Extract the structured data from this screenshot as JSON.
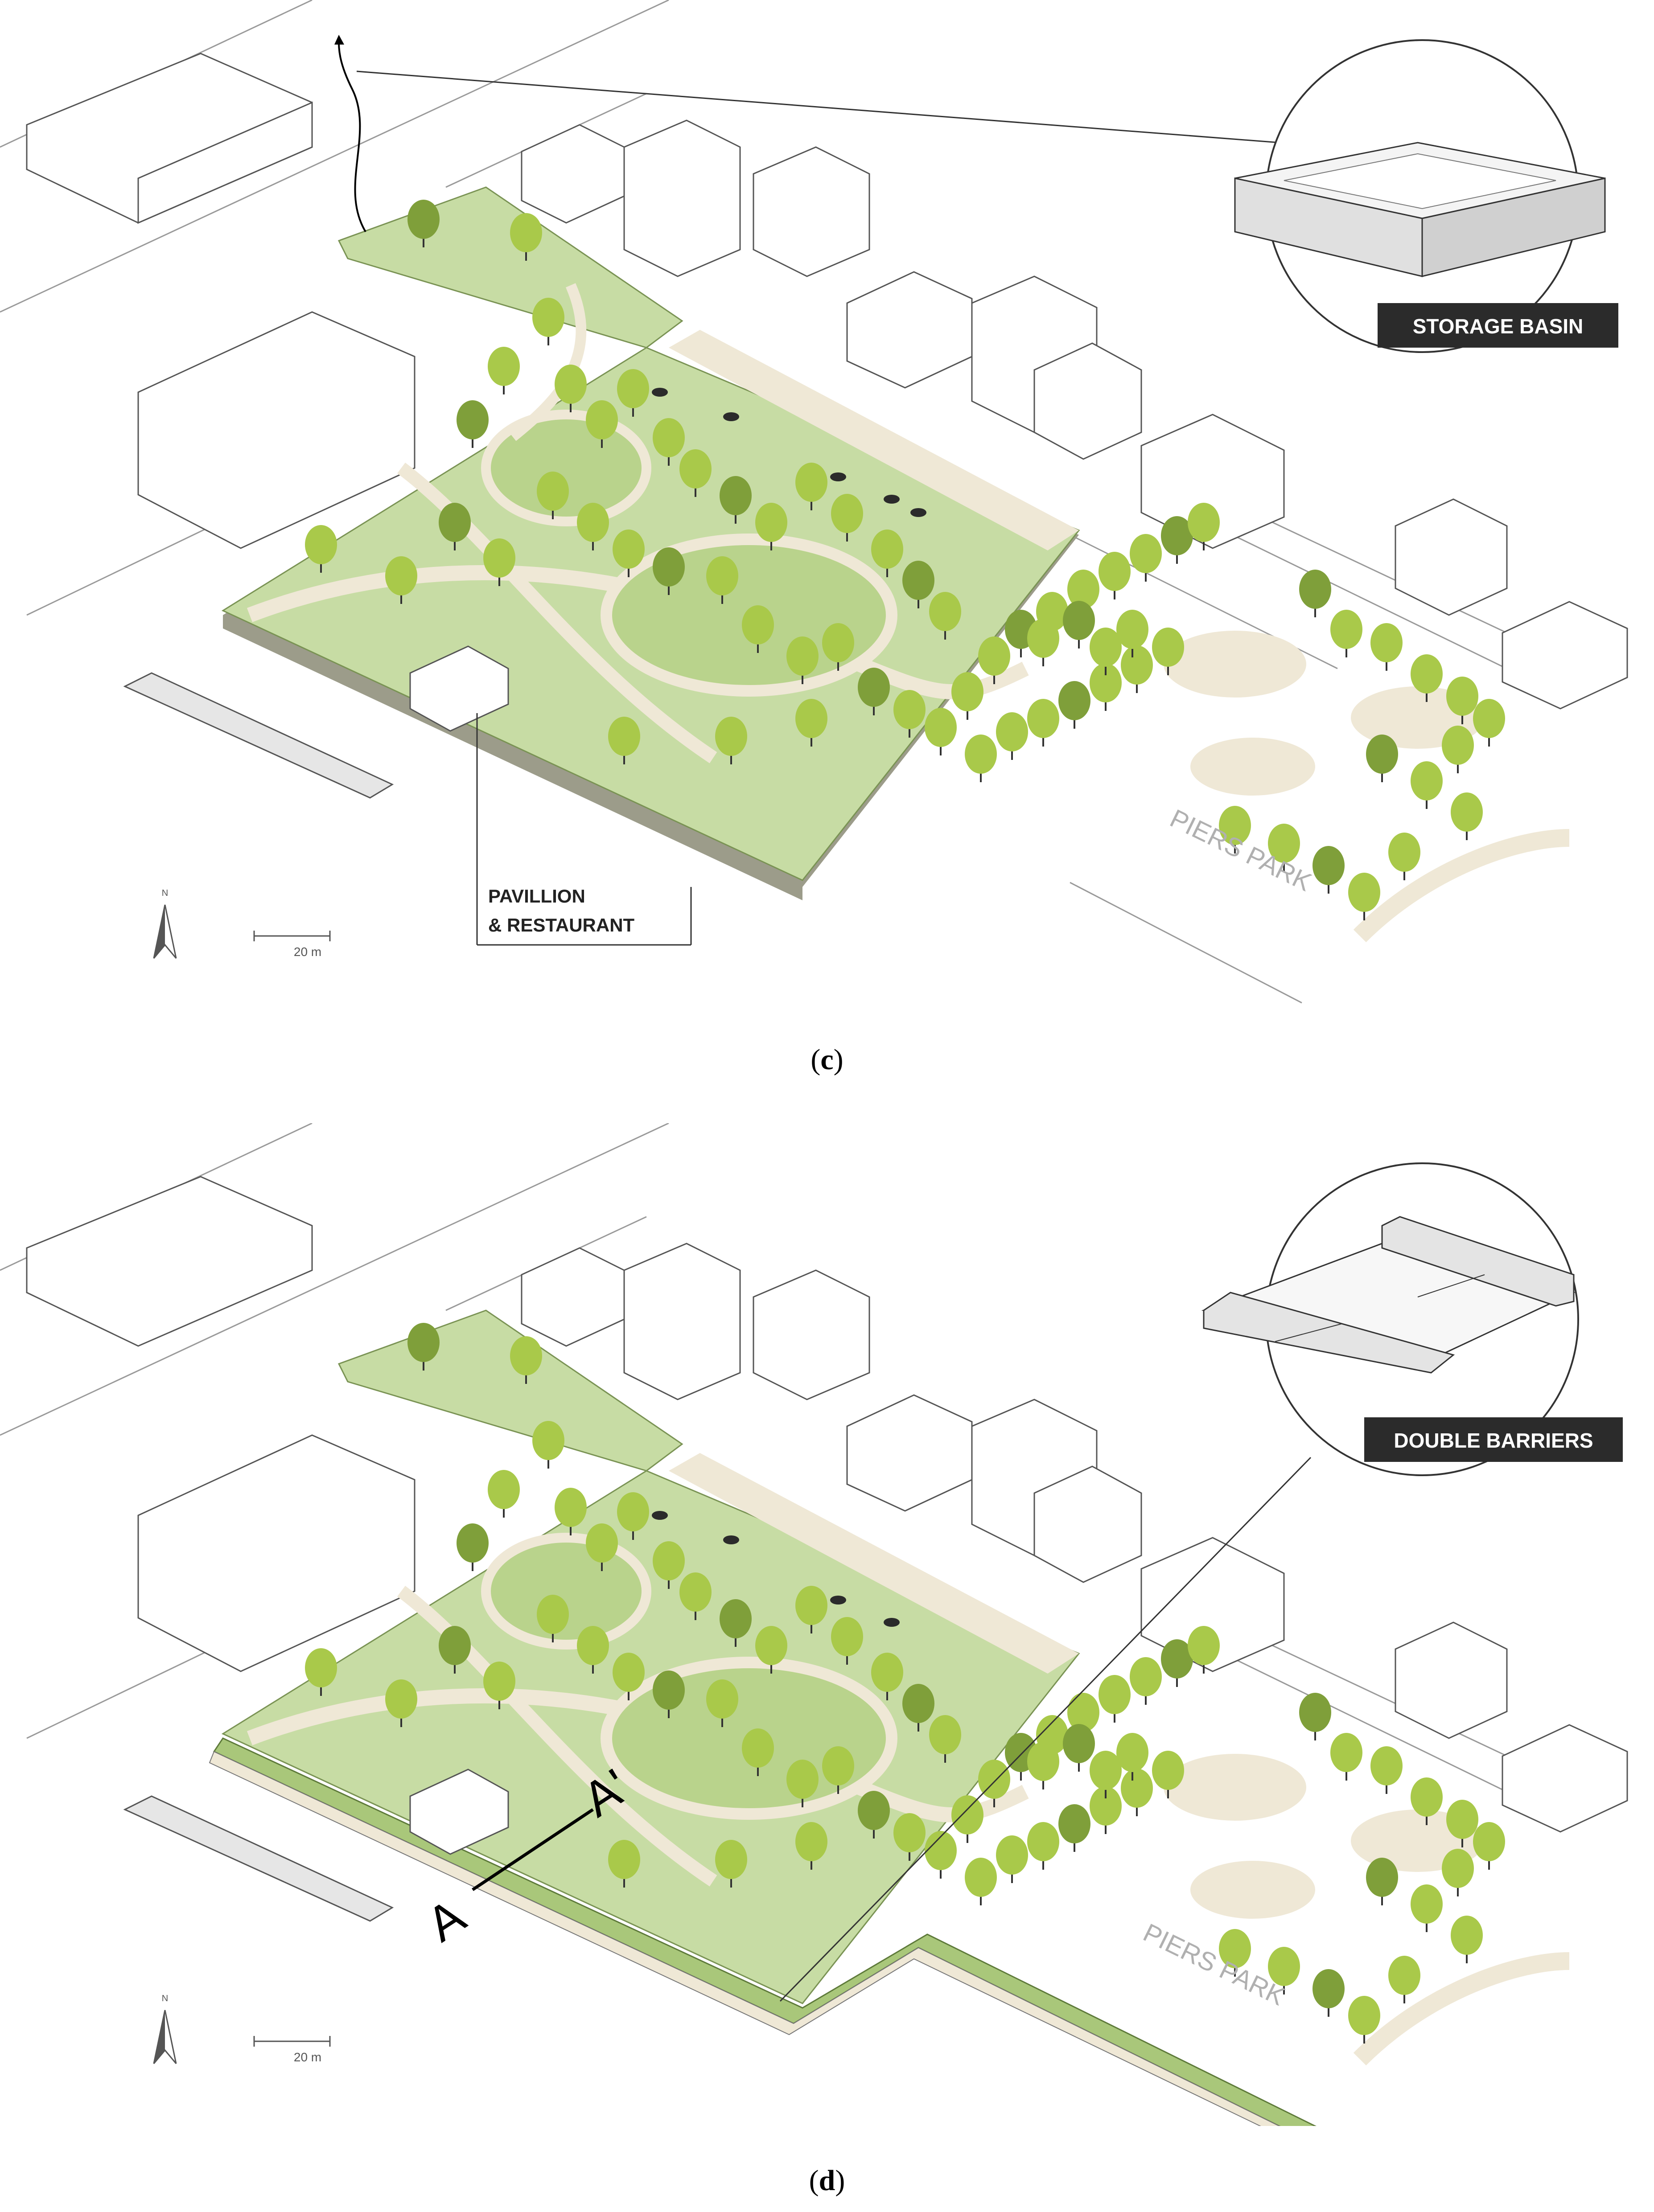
{
  "panels": [
    {
      "id": "c",
      "caption_open": "(",
      "caption_letter": "c",
      "caption_close": ")",
      "callout_label": "STORAGE BASIN",
      "pavilion_line1": "PAVILLION",
      "pavilion_line2": "& RESTAURANT",
      "park_label": "PIERS PARK",
      "north_label": "N",
      "scale_label": "20 m"
    },
    {
      "id": "d",
      "caption_open": "(",
      "caption_letter": "d",
      "caption_close": ")",
      "callout_label": "DOUBLE BARRIERS",
      "section_label_a": "A",
      "section_label_b": "A'",
      "park_label": "PIERS PARK",
      "north_label": "N",
      "scale_label": "20 m"
    }
  ],
  "colors": {
    "park_green": "#c7dca4",
    "park_green_dark": "#a9c77a",
    "path_beige": "#efe8d6",
    "tree_light": "#a9c94a",
    "tree_dark": "#7f9f3a",
    "label_bg": "#2b2b2b",
    "label_fg": "#ffffff",
    "building_line": "#555555"
  }
}
